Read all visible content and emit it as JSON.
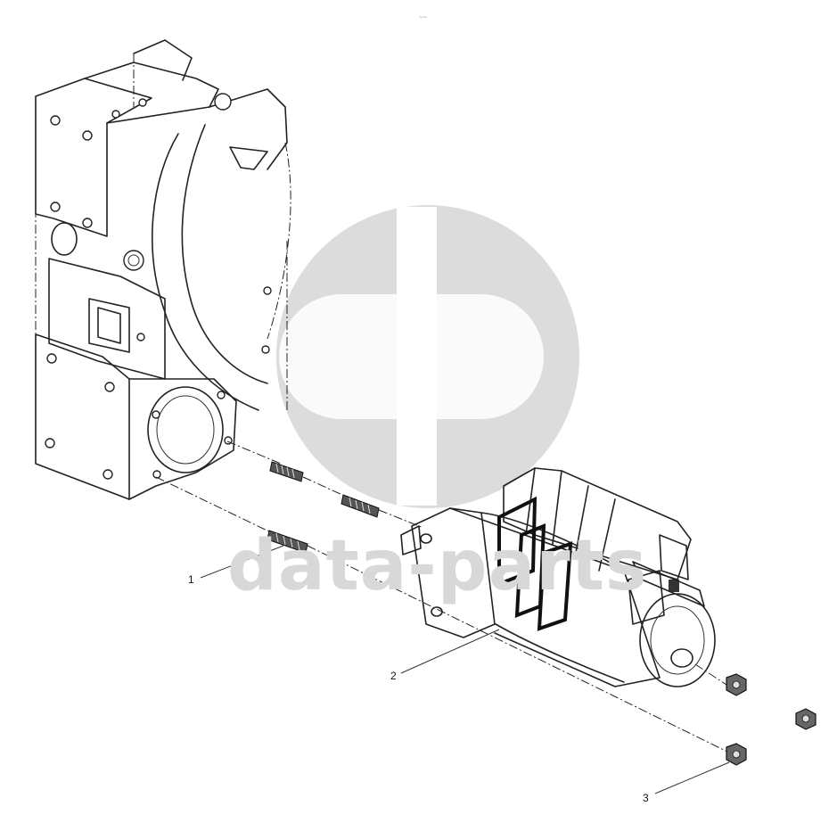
{
  "header_mark": "~~",
  "watermark": {
    "text": "data-parts",
    "color": "#d8d8d8"
  },
  "parts": [
    {
      "number": "1",
      "name": "stud"
    },
    {
      "number": "2",
      "name": "starter-motor"
    },
    {
      "number": "3",
      "name": "nut"
    }
  ]
}
